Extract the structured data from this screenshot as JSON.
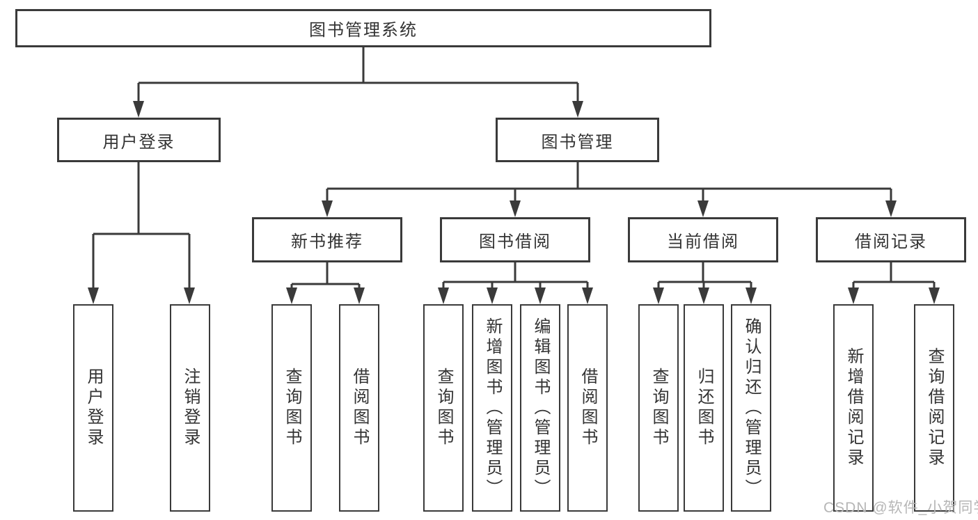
{
  "diagram": {
    "type": "hierarchy-tree",
    "title": "图书管理系统",
    "watermark": "CSDN @软件_小贺同学",
    "colors": {
      "line": "#3a3a3a",
      "box_border": "#3a3a3a",
      "text": "#333333",
      "watermark": "#b6b6b6",
      "background": "#ffffff"
    },
    "nodes": {
      "root": "图书管理系统",
      "user_login": "用户登录",
      "book_mgmt": "图书管理",
      "new_book_rec": "新书推荐",
      "book_borrow": "图书借阅",
      "current_borrow": "当前借阅",
      "borrow_record": "借阅记录",
      "ul_login": "用户登录",
      "ul_logout": "注销登录",
      "nbr_query": "查询图书",
      "nbr_borrow": "借阅图书",
      "bb_query": "查询图书",
      "bb_add": "新增图书（管理员）",
      "bb_edit": "编辑图书（管理员）",
      "bb_borrow": "借阅图书",
      "cb_query": "查询图书",
      "cb_return": "归还图书",
      "cb_confirm": "确认归还（管理员）",
      "br_add": "新增借阅记录",
      "br_query": "查询借阅记录"
    },
    "hierarchy": {
      "root": [
        "user_login",
        "book_mgmt"
      ],
      "user_login": [
        "ul_login",
        "ul_logout"
      ],
      "book_mgmt": [
        "new_book_rec",
        "book_borrow",
        "current_borrow",
        "borrow_record"
      ],
      "new_book_rec": [
        "nbr_query",
        "nbr_borrow"
      ],
      "book_borrow": [
        "bb_query",
        "bb_add",
        "bb_edit",
        "bb_borrow"
      ],
      "current_borrow": [
        "cb_query",
        "cb_return",
        "cb_confirm"
      ],
      "borrow_record": [
        "br_add",
        "br_query"
      ]
    }
  }
}
